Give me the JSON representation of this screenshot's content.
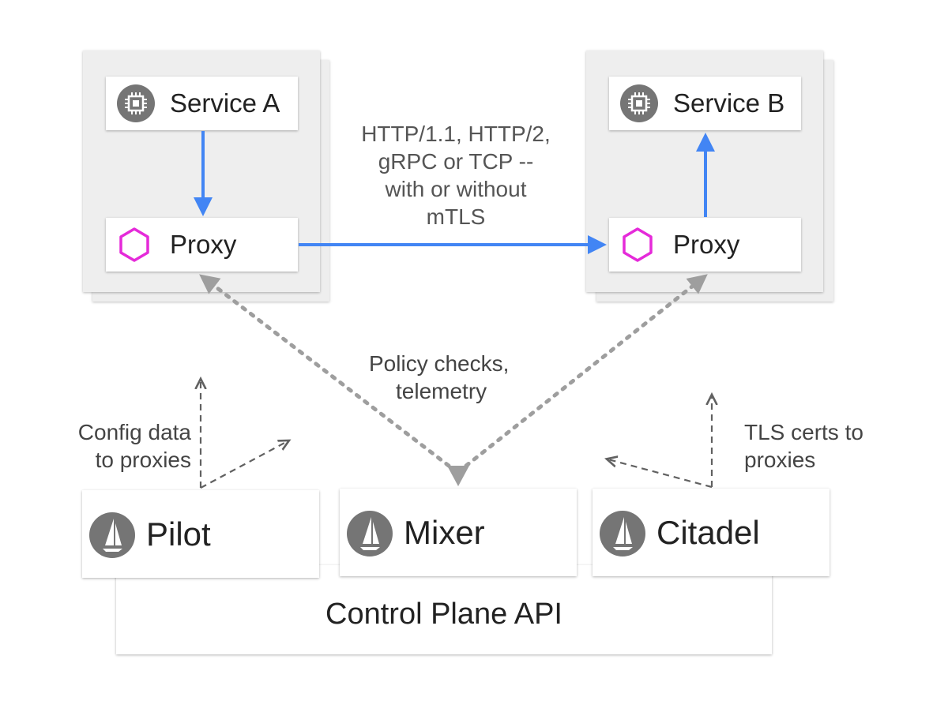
{
  "service_a": {
    "service_label": "Service A",
    "proxy_label": "Proxy"
  },
  "service_b": {
    "service_label": "Service B",
    "proxy_label": "Proxy"
  },
  "protocol_note": [
    "HTTP/1.1, HTTP/2,",
    "gRPC or TCP --",
    "with or without",
    "mTLS"
  ],
  "policy_note": [
    "Policy checks,",
    "telemetry"
  ],
  "config_note": [
    "Config data",
    "to proxies"
  ],
  "tls_note": [
    "TLS certs to",
    "proxies"
  ],
  "components": {
    "pilot": "Pilot",
    "mixer": "Mixer",
    "citadel": "Citadel"
  },
  "control_plane": "Control Plane API",
  "colors": {
    "flow_arrow": "#4285f4",
    "proxy_hexagon": "#e52ad9",
    "dotted": "#9e9e9e",
    "dashed": "#616161",
    "icon_circle": "#757575",
    "pod_bg": "#eeeeee"
  },
  "icons": {
    "service": "chip-icon",
    "proxy": "hexagon-icon",
    "control": "sailboat-icon"
  }
}
